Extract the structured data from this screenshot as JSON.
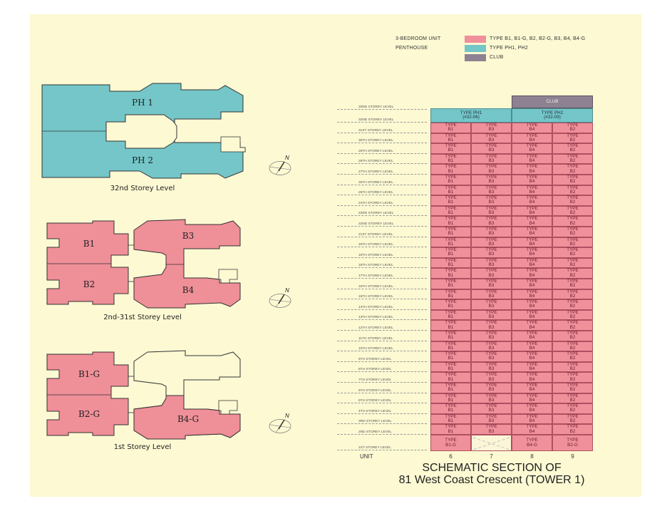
{
  "legend": [
    {
      "category": "3-BEDROOM UNIT",
      "types": "TYPE B1, B1-G, B2, B2-G, B3, B4, B4-G",
      "color": "#f0909b"
    },
    {
      "category": "PENTHOUSE",
      "types": "TYPE PH1, PH2",
      "color": "#74c6c8"
    },
    {
      "category": "",
      "types": "CLUB",
      "color": "#8e8292"
    }
  ],
  "plans": {
    "level32": {
      "caption": "32nd Storey Level",
      "units": [
        "PH 1",
        "PH 2"
      ]
    },
    "level2_31": {
      "caption": "2nd-31st Storey Level",
      "units": [
        "B1",
        "B2",
        "B3",
        "B4"
      ]
    },
    "level1": {
      "caption": "1st Storey Level",
      "units": [
        "B1-G",
        "B2-G",
        "B4-G"
      ]
    },
    "compass_label": "N"
  },
  "section": {
    "club": "CLUB",
    "penthouses": [
      {
        "type": "TYPE PH1",
        "unit": "(#32-06)"
      },
      {
        "type": "TYPE PH2",
        "unit": "(#32-09)"
      }
    ],
    "levels": [
      "33RD STOREY LEVEL",
      "32ND STOREY LEVEL",
      "31ST STOREY LEVEL",
      "30TH STOREY LEVEL",
      "29TH STOREY LEVEL",
      "28TH STOREY LEVEL",
      "27TH STOREY LEVEL",
      "26TH STOREY LEVEL",
      "25TH STOREY LEVEL",
      "24TH STOREY LEVEL",
      "23RD STOREY LEVEL",
      "22ND STOREY LEVEL",
      "21ST STOREY LEVEL",
      "20TH STOREY LEVEL",
      "19TH STOREY LEVEL",
      "18TH STOREY LEVEL",
      "17TH STOREY LEVEL",
      "16TH STOREY LEVEL",
      "15TH STOREY LEVEL",
      "14TH STOREY LEVEL",
      "13TH STOREY LEVEL",
      "12TH STOREY LEVEL",
      "11TH STOREY LEVEL",
      "10TH STOREY LEVEL",
      "9TH STOREY LEVEL",
      "8TH STOREY LEVEL",
      "7TH STOREY LEVEL",
      "6TH STOREY LEVEL",
      "5TH STOREY LEVEL",
      "4TH STOREY LEVEL",
      "3RD STOREY LEVEL",
      "2ND STOREY LEVEL",
      "1ST STOREY LEVEL"
    ],
    "type_word": "TYPE",
    "typical_floor_units": [
      "B1",
      "B3",
      "B4",
      "B2"
    ],
    "typical_floor_count": 30,
    "ground_floor_units": [
      "B1-G",
      "",
      "B4-G",
      "B2-G"
    ],
    "unit_label": "UNIT",
    "unit_numbers": [
      "6",
      "7",
      "8",
      "9"
    ],
    "title_line1": "SCHEMATIC SECTION OF",
    "title_line2": "81 West Coast Crescent (TOWER 1)"
  }
}
